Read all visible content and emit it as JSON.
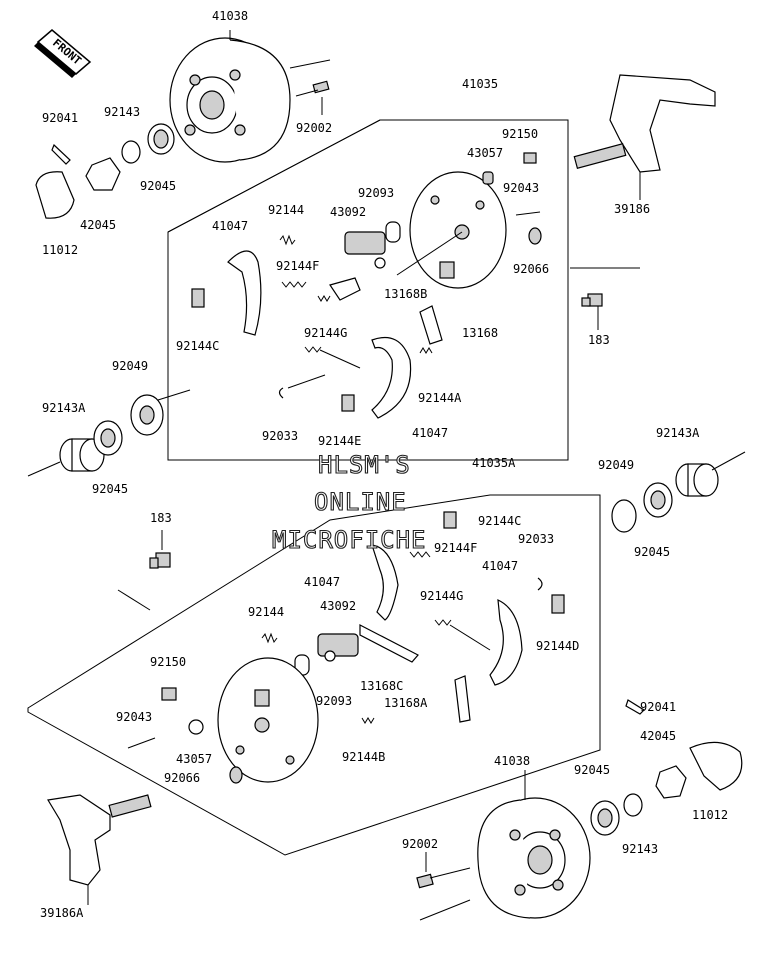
{
  "direction_tag": "FRONT",
  "watermark": [
    "HLSM'S",
    "ONLINE",
    "MICROFICHE"
  ],
  "part_numbers": {
    "upper": {
      "drum": "41038",
      "assy_panel": "41035",
      "cotter_pin": "92041",
      "washer": "92143",
      "bearing_outer": "92045",
      "castle_nut": "42045",
      "cap": "11012",
      "bolt": "92002",
      "bolt_panel": "92150",
      "cap_small": "43057",
      "pin": "92043",
      "plug": "92066",
      "packing": "92093",
      "cylinder": "43092",
      "spring": "92144",
      "shoe_left": "41047",
      "spring_f": "92144F",
      "lever": "13168B",
      "spring_c": "92144C",
      "spring_g": "92144G",
      "lever_main": "13168",
      "spring_a": "92144A",
      "clip": "92033",
      "spring_e": "92144E",
      "shoe_right": "41047",
      "knuckle": "39186",
      "bolt_183": "183"
    },
    "middle_left": {
      "oil_seal": "92049",
      "spacer": "92143A",
      "bearing": "92045"
    },
    "middle_right": {
      "spacer": "92143A",
      "oil_seal": "92049",
      "bearing": "92045"
    },
    "lower": {
      "assy_panel": "41035A",
      "bolt_183": "183",
      "spring_c": "92144C",
      "spring_f": "92144F",
      "clip": "92033",
      "shoe_left": "41047",
      "shoe_right": "41047",
      "spring_g": "92144G",
      "spring": "92144",
      "cylinder": "43092",
      "spring_d": "92144D",
      "bolt_panel": "92150",
      "lever_c": "13168C",
      "packing": "92093",
      "lever_a": "13168A",
      "pin": "92043",
      "cap_small": "43057",
      "plug": "92066",
      "spring_b": "92144B",
      "cotter_pin": "92041",
      "castle_nut": "42045",
      "drum": "41038",
      "bearing_outer": "92045",
      "cap": "11012",
      "washer": "92143",
      "bolt": "92002",
      "knuckle": "39186A"
    }
  }
}
